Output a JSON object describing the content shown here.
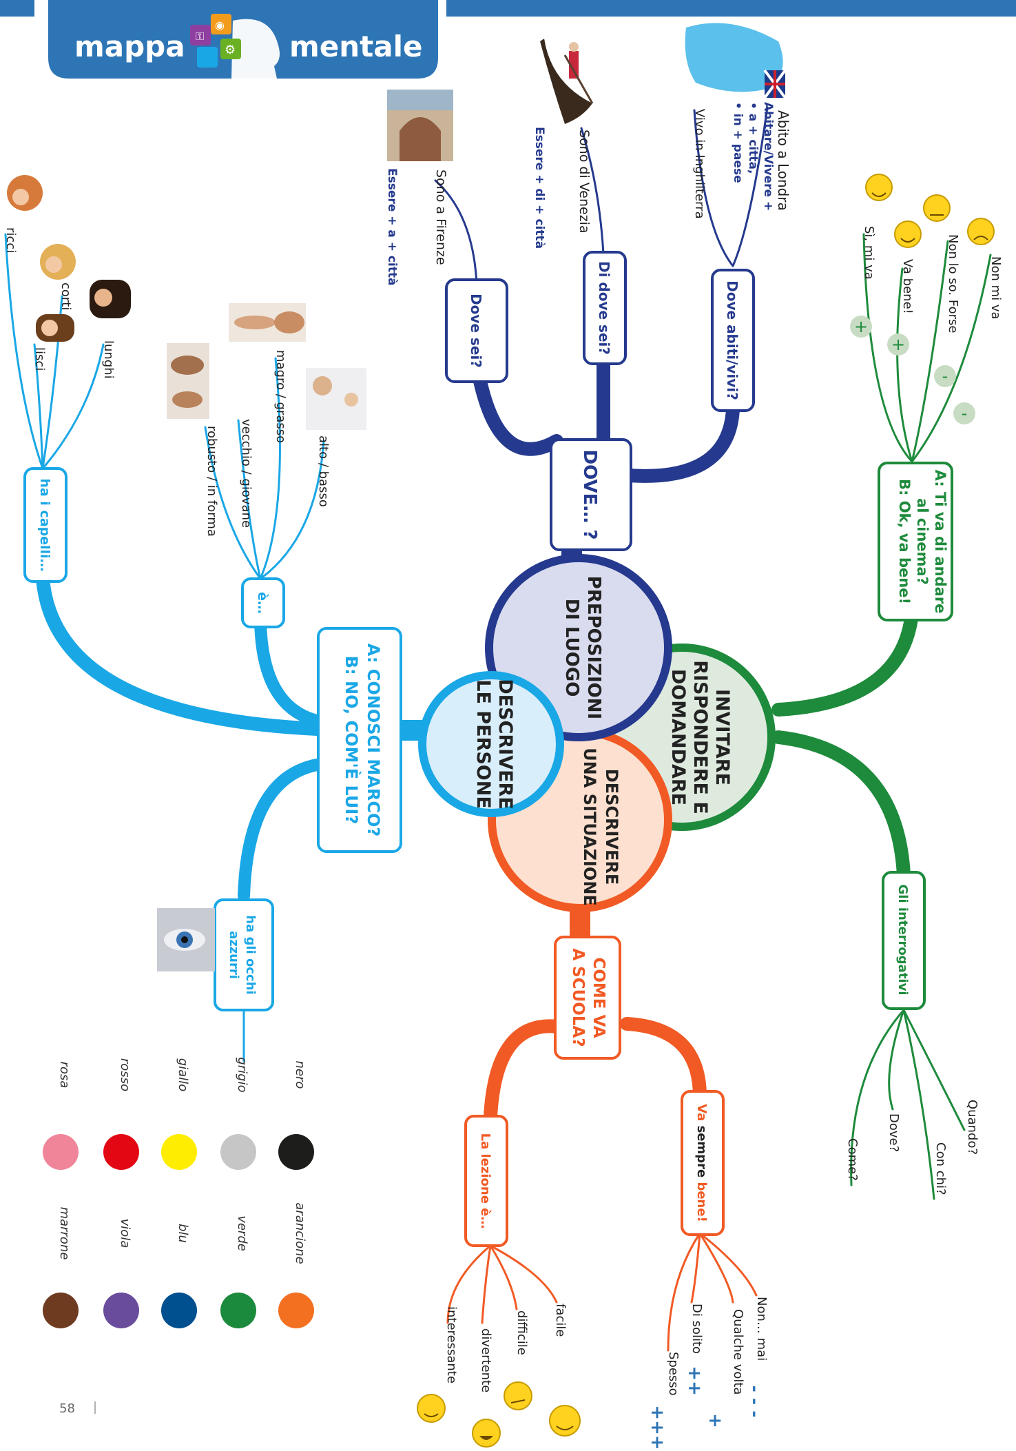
{
  "header": {
    "word_left": "mappa",
    "word_right": "mentale",
    "accent": "#2e75b6"
  },
  "colors": {
    "dark_blue": "#253a8e",
    "light_blue": "#1aa7e6",
    "green": "#1e8b3c",
    "orange": "#f15a24",
    "circle_purple": "#d9dcef",
    "circle_blue": "#d9eefb",
    "circle_green": "#dfeadf",
    "circle_orange": "#fde0cf"
  },
  "center": {
    "preposizioni": [
      "PREPOSIZIONI",
      "DI LUOGO"
    ],
    "descrivere_persone": [
      "DESCRIVERE",
      "LE PERSONE"
    ],
    "invitare": [
      "INVITARE",
      "RISPONDERE E",
      "DOMANDARE"
    ],
    "situazione": [
      "DESCRIVERE",
      "UNA SITUAZIONE"
    ]
  },
  "dove": {
    "hub": "DOVE… ?",
    "dove_sei": "Dove sei?",
    "di_dove_sei": "Di dove sei?",
    "dove_abiti": "Dove abiti/vivi?",
    "sono_a_firenze": "Sono a Firenze",
    "sono_di_venezia": "Sono di Venezia",
    "abito_a_londra": "Abito a Londra",
    "vivo_in_inghilterra": "Vivo in Inghilterra",
    "rule_firenze": "Essere + a + città",
    "rule_venezia": "Essere + di + città",
    "rule_abitare": [
      "Abitare/Vivere +",
      "• a + città,",
      "• in + paese"
    ]
  },
  "invitare": {
    "hub": [
      "A: Ti va di andare",
      "al cinema?",
      "B: Ok, va bene!"
    ],
    "si_mi_va": "Sì, mi va",
    "va_bene": "Va bene!",
    "non_lo_so": "Non lo so. Forse",
    "non_mi_va": "Non mi va",
    "plus": "+",
    "minus": "-",
    "interrogativi": "Gli interrogativi",
    "quando": "Quando?",
    "con_chi": "Con chi?",
    "dove": "Dove?",
    "come": "Come?"
  },
  "persone": {
    "hub": [
      "A: CONOSCI MARCO?",
      "B: NO, COM'È LUI?"
    ],
    "capelli": "ha i capelli…",
    "e": "è…",
    "occhi": [
      "ha gli occhi",
      "azzurri"
    ],
    "ricci": "ricci",
    "corti": "corti",
    "lisci": "lisci",
    "lunghi": "lunghi",
    "alto_basso": "alto / basso",
    "magro_grasso": "magro / grasso",
    "vecchio_giovane": "vecchio / giovane",
    "robusto_in_forma": "robusto / in forma"
  },
  "situazione": {
    "hub": [
      "COME VA",
      "A SCUOLA?"
    ],
    "va_sempre_bene": [
      "Va",
      " sempre ",
      "bene!"
    ],
    "lezione": "La lezione è…",
    "non_mai": "Non… mai",
    "qualche_volta": "Qualche volta",
    "di_solito": "Di solito",
    "spesso": "Spesso",
    "mark_non_mai": "- - -",
    "mark_qualche_volta": "+",
    "mark_di_solito": "++",
    "mark_spesso": "+++",
    "facile": "facile",
    "difficile": "difficile",
    "divertente": "divertente",
    "interessante": "interessante"
  },
  "colori": [
    {
      "name": "nero",
      "hex": "#1d1d1b"
    },
    {
      "name": "grigio",
      "hex": "#c6c6c6"
    },
    {
      "name": "giallo",
      "hex": "#ffed00"
    },
    {
      "name": "rosso",
      "hex": "#e30613"
    },
    {
      "name": "rosa",
      "hex": "#f08599"
    },
    {
      "name": "arancione",
      "hex": "#f37021"
    },
    {
      "name": "verde",
      "hex": "#1b8a3c"
    },
    {
      "name": "blu",
      "hex": "#004f8f"
    },
    {
      "name": "viola",
      "hex": "#6a4c9c"
    },
    {
      "name": "marrone",
      "hex": "#6f3b20"
    }
  ],
  "page_number": "58"
}
